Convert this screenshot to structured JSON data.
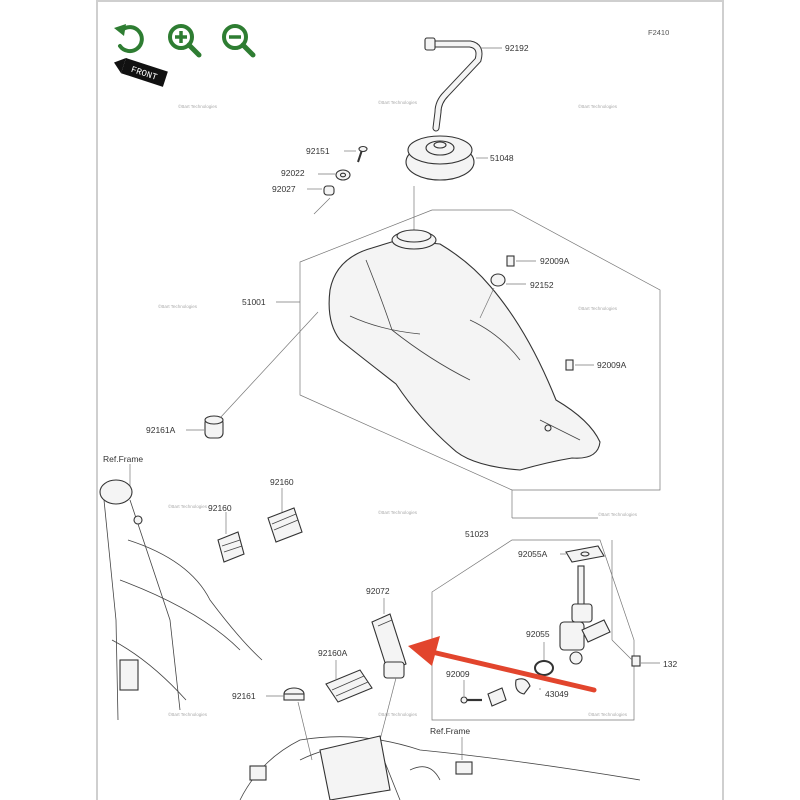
{
  "diagram": {
    "figure_code": "F2410",
    "front_label": "FRONT",
    "ref_frame_label": "Ref.Frame",
    "watermark": "©Bart Technologies",
    "arrow_color": "#e2452d",
    "tool_color": "#2e7d32",
    "parts": {
      "p92192": "92192",
      "p51048": "51048",
      "p92151": "92151",
      "p92022": "92022",
      "p92027": "92027",
      "p92009A_top": "92009A",
      "p92152": "92152",
      "p51001": "51001",
      "p92009A_mid": "92009A",
      "p92161A": "92161A",
      "p92160_a": "92160",
      "p92160_b": "92160",
      "p51023": "51023",
      "p92055A": "92055A",
      "p92072": "92072",
      "p92055": "92055",
      "p92160A": "92160A",
      "p132": "132",
      "p92009": "92009",
      "p43049": "43049",
      "p92161": "92161",
      "p_ref_frame_bottom": "Ref.Frame"
    }
  }
}
